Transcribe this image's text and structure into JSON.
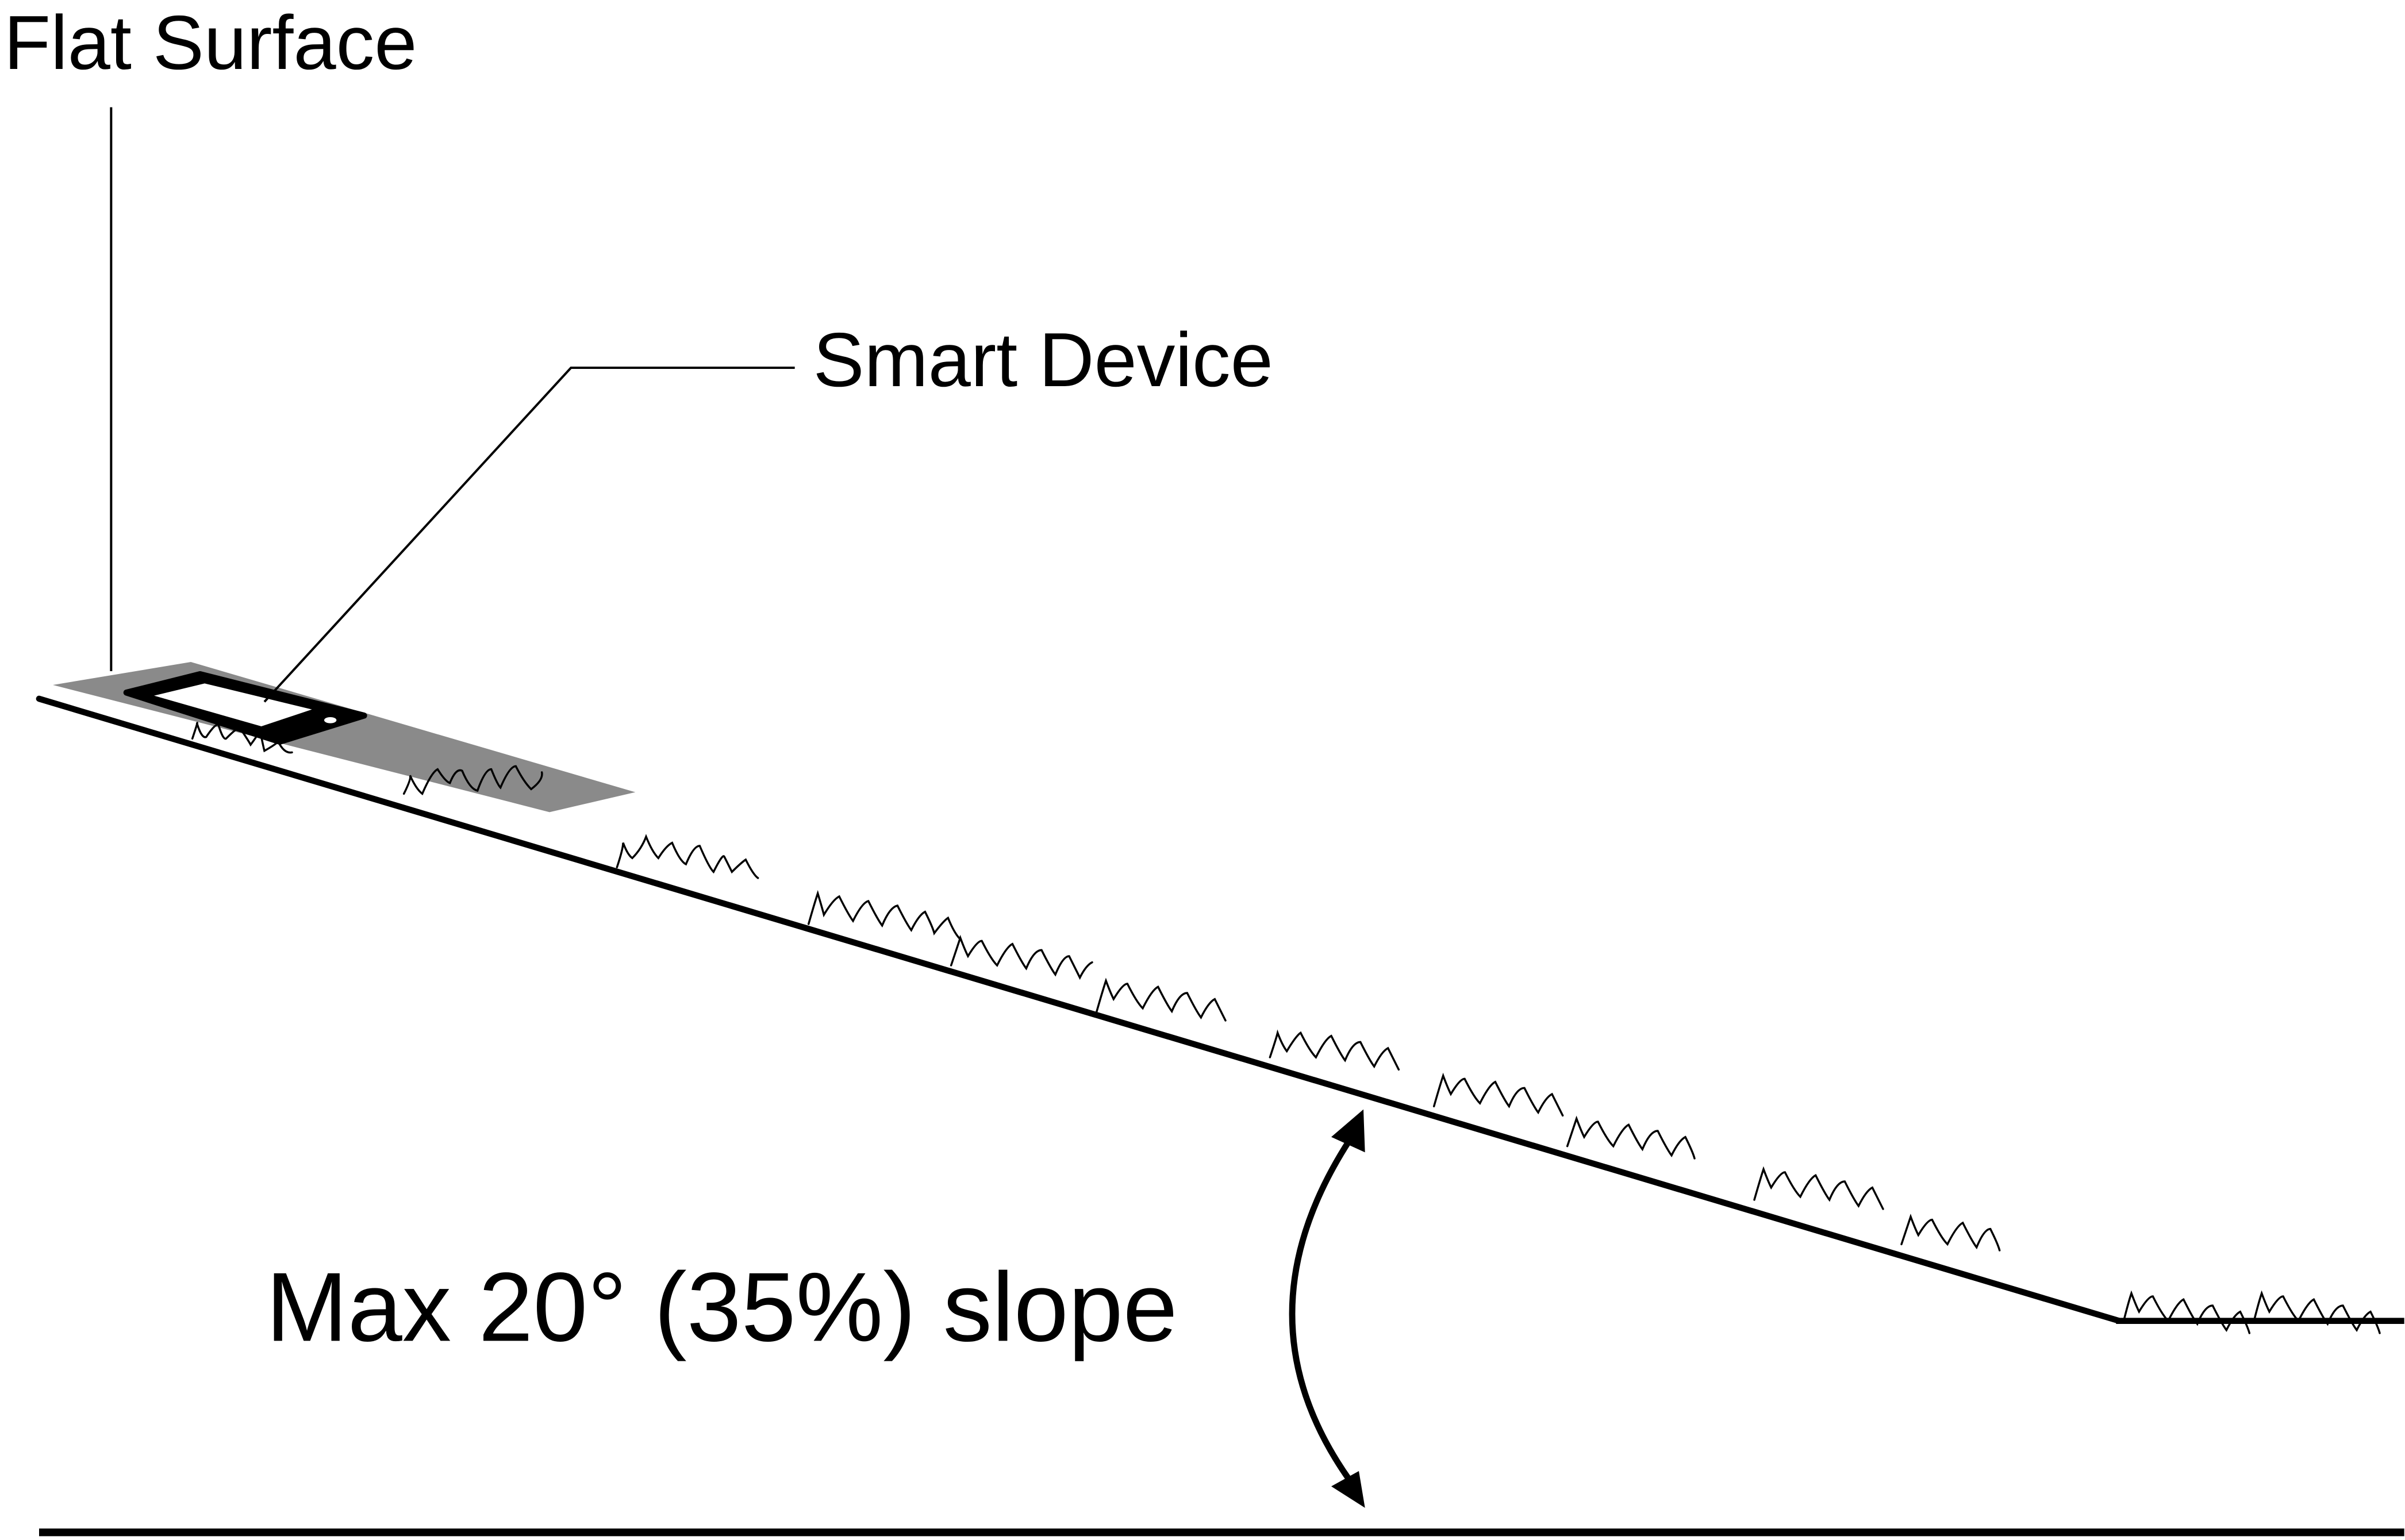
{
  "labels": {
    "flat_surface": "Flat Surface",
    "smart_device": "Smart Device",
    "slope": "Max 20° (35%) slope"
  },
  "colors": {
    "line": "#000000",
    "surface_fill": "#8a8a8a",
    "device_screen": "#ffffff",
    "background": "#ffffff"
  }
}
